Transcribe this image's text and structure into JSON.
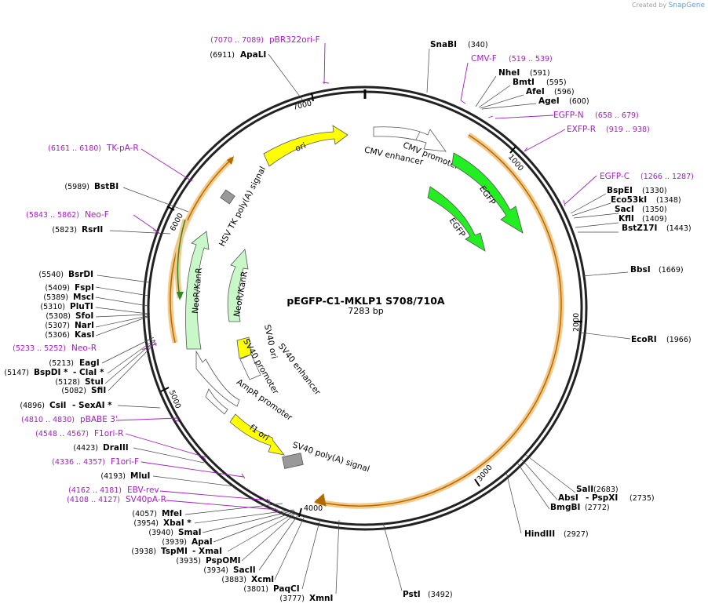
{
  "credit": {
    "prefix": "Created by",
    "brand": "SnapGene"
  },
  "title": "pEGFP-C1-MKLP1 S708/710A",
  "length": "7283 bp",
  "ticks": [
    "1000",
    "2000",
    "3000",
    "4000",
    "5000",
    "6000",
    "7000"
  ],
  "enzymes_right": [
    {
      "name": "SnaBI",
      "pos": "(340)"
    },
    {
      "name": "NheI",
      "pos": "(591)"
    },
    {
      "name": "BmtI",
      "pos": "(595)"
    },
    {
      "name": "AfeI",
      "pos": "(596)"
    },
    {
      "name": "AgeI",
      "pos": "(600)"
    },
    {
      "name": "BspEI",
      "pos": "(1330)"
    },
    {
      "name": "Eco53kI",
      "pos": "(1348)"
    },
    {
      "name": "SacI",
      "pos": "(1350)"
    },
    {
      "name": "KflI",
      "pos": "(1409)"
    },
    {
      "name": "BstZ17I",
      "pos": "(1443)"
    },
    {
      "name": "BbsI",
      "pos": "(1669)"
    },
    {
      "name": "EcoRI",
      "pos": "(1966)"
    },
    {
      "name": "SalI",
      "pos": "(2683)"
    },
    {
      "name": "AbsI",
      "pos": "- PspXI",
      "pos2": "(2735)"
    },
    {
      "name": "BmgBI",
      "pos": "(2772)"
    },
    {
      "name": "HindIII",
      "pos": "(2927)"
    },
    {
      "name": "PstI",
      "pos": "(3492)"
    }
  ],
  "enzymes_left": [
    {
      "pos": "(6911)",
      "name": "ApaLI"
    },
    {
      "pos": "(5989)",
      "name": "BstBI"
    },
    {
      "pos": "(5823)",
      "name": "RsrII"
    },
    {
      "pos": "(5540)",
      "name": "BsrDI"
    },
    {
      "pos": "(5409)",
      "name": "FspI"
    },
    {
      "pos": "(5389)",
      "name": "MscI"
    },
    {
      "pos": "(5310)",
      "name": "PluTI"
    },
    {
      "pos": "(5308)",
      "name": "SfoI"
    },
    {
      "pos": "(5307)",
      "name": "NarI"
    },
    {
      "pos": "(5306)",
      "name": "KasI"
    },
    {
      "pos": "(5213)",
      "name": "EagI"
    },
    {
      "pos": "(5147)",
      "name": "BspDI *",
      "extra": "- ClaI *"
    },
    {
      "pos": "(5128)",
      "name": "StuI"
    },
    {
      "pos": "(5082)",
      "name": "SfiI"
    },
    {
      "pos": "(4896)",
      "name": "CsiI",
      "extra": "- SexAI *"
    },
    {
      "pos": "(4423)",
      "name": "DraIII"
    },
    {
      "pos": "(4193)",
      "name": "MluI"
    },
    {
      "pos": "(4057)",
      "name": "MfeI"
    },
    {
      "pos": "(3954)",
      "name": "XbaI *"
    },
    {
      "pos": "(3940)",
      "name": "SmaI"
    },
    {
      "pos": "(3939)",
      "name": "ApaI"
    },
    {
      "pos": "(3938)",
      "name": "TspMI",
      "extra": "- XmaI"
    },
    {
      "pos": "(3935)",
      "name": "PspOMI"
    },
    {
      "pos": "(3934)",
      "name": "SacII"
    },
    {
      "pos": "(3883)",
      "name": "XcmI"
    },
    {
      "pos": "(3801)",
      "name": "PaqCI"
    },
    {
      "pos": "(3777)",
      "name": "XmnI"
    }
  ],
  "primers_right": [
    {
      "name": "CMV-F",
      "pos": "(519 .. 539)"
    },
    {
      "name": "EGFP-N",
      "pos": "(658 .. 679)"
    },
    {
      "name": "EXFP-R",
      "pos": "(919 .. 938)"
    },
    {
      "name": "EGFP-C",
      "pos": "(1266 .. 1287)"
    }
  ],
  "primers_left": [
    {
      "pos": "(7070 .. 7089)",
      "name": "pBR322ori-F"
    },
    {
      "pos": "(6161 .. 6180)",
      "name": "TK-pA-R"
    },
    {
      "pos": "(5843 .. 5862)",
      "name": "Neo-F"
    },
    {
      "pos": "(5233 .. 5252)",
      "name": "Neo-R"
    },
    {
      "pos": "(4810 .. 4830)",
      "name": "pBABE 3'"
    },
    {
      "pos": "(4548 .. 4567)",
      "name": "F1ori-R"
    },
    {
      "pos": "(4336 .. 4357)",
      "name": "F1ori-F"
    },
    {
      "pos": "(4162 .. 4181)",
      "name": "EBV-rev"
    },
    {
      "pos": "(4108 .. 4127)",
      "name": "SV40pA-R"
    }
  ],
  "features": {
    "ori": "ori",
    "cmv_promoter": "CMV promoter",
    "cmv_enhancer": "CMV enhancer",
    "egfp_outer": "EGFP",
    "egfp_inner": "EGFP",
    "hsv_tk": "HSV TK poly(A) signal",
    "neo_outer": "NeoR/KanR",
    "neo_inner": "NeoR/KanR",
    "sv40_ori": "SV40 ori",
    "sv40_enhancer": "SV40 enhancer",
    "sv40_promoter": "SV40 promoter",
    "ampr_promoter": "AmpR promoter",
    "f1_ori": "f1 ori",
    "sv40_polya": "SV40 poly(A) signal"
  },
  "colors": {
    "primer": "#a020c0",
    "egfp": "#22ee22",
    "neo": "#c8f7c8",
    "yellow": "#ffff00",
    "orf": "#f6c888",
    "orf_line": "#b06a00",
    "backbone": "#222222"
  }
}
